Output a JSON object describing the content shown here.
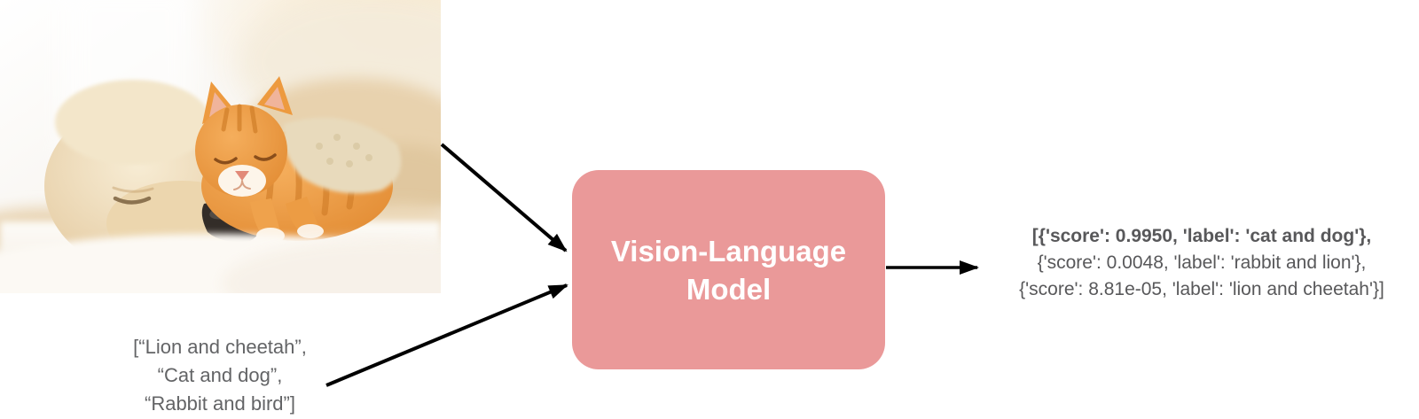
{
  "photo": {
    "alt": "Photo of a sleeping cream-colored puppy cuddling with an orange tabby kitten on a white blanket"
  },
  "input_list": {
    "line1": "[“Lion and cheetah”,",
    "line2": "“Cat and dog”,",
    "line3": "“Rabbit and bird”]"
  },
  "model": {
    "name_line1": "Vision-Language",
    "name_line2": "Model",
    "box_color": "#ea9999",
    "text_color": "#ffffff"
  },
  "output": {
    "line1": "[{'score': 0.9950, 'label': 'cat and dog'},",
    "line2": "{'score': 0.0048, 'label': 'rabbit and lion'},",
    "line3": "{'score': 8.81e-05, 'label': 'lion and cheetah'}]"
  },
  "colors": {
    "arrow": "#000000",
    "input_text": "#636466",
    "output_text": "#58585a"
  }
}
